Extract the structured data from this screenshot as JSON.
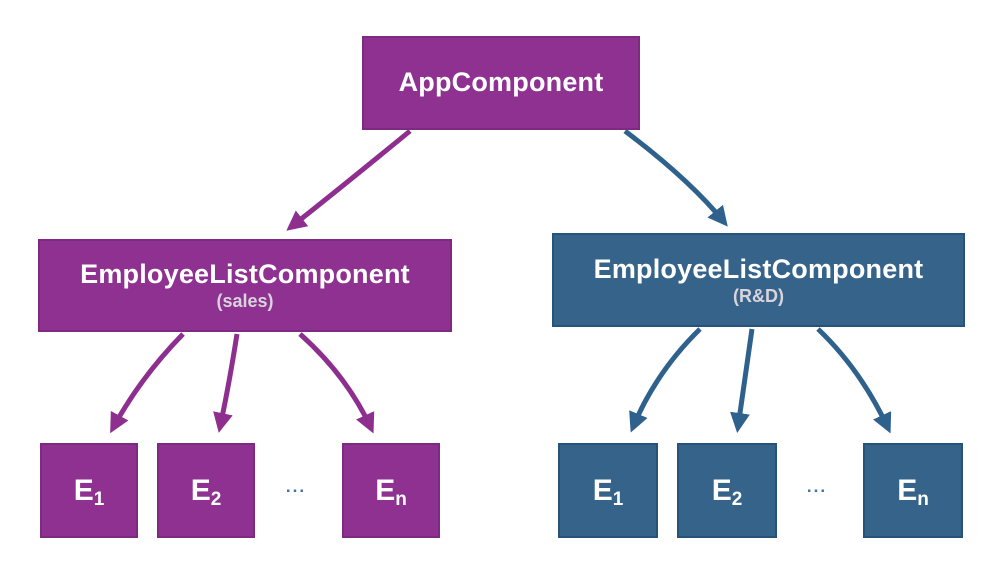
{
  "colors": {
    "background": "#ffffff",
    "purple_fill": "#8e3190",
    "purple_border": "#7c2b80",
    "purple_arrow": "#8e2f90",
    "blue_fill": "#35638a",
    "blue_border": "#27527a",
    "blue_arrow": "#2f618d",
    "label_text": "#ffffff",
    "subtitle_text": "#d8d3dc",
    "ellipsis_text": "#4271a5"
  },
  "root": {
    "label": "AppComponent"
  },
  "branches": {
    "sales": {
      "label": "EmployeeListComponent",
      "sublabel": "(sales)",
      "children": [
        {
          "base": "E",
          "sub": "1"
        },
        {
          "base": "E",
          "sub": "2"
        },
        {
          "base": "E",
          "sub": "n"
        }
      ],
      "ellipsis": "..."
    },
    "rnd": {
      "label": "EmployeeListComponent",
      "sublabel": "(R&D)",
      "children": [
        {
          "base": "E",
          "sub": "1"
        },
        {
          "base": "E",
          "sub": "2"
        },
        {
          "base": "E",
          "sub": "n"
        }
      ],
      "ellipsis": "..."
    }
  }
}
